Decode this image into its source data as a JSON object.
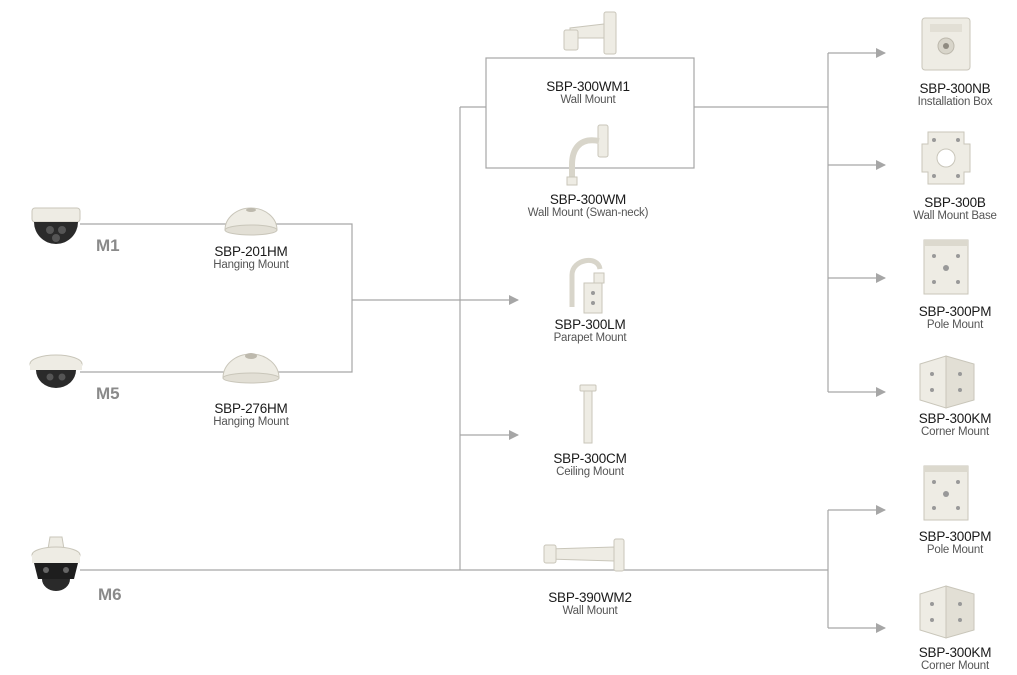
{
  "colors": {
    "line": "#a6a6a6",
    "device": "#eeece4",
    "device_edge": "#c9c6ba",
    "lens": "#1e1e1e"
  },
  "cameras": [
    {
      "id": "m1",
      "tag": "M1",
      "icon": "dome-camera-icon"
    },
    {
      "id": "m5",
      "tag": "M5",
      "icon": "dome-camera-icon"
    },
    {
      "id": "m6",
      "tag": "M6",
      "icon": "pendant-camera-icon"
    }
  ],
  "hanging_mounts": [
    {
      "id": "201hm",
      "model": "SBP-201HM",
      "desc": "Hanging Mount",
      "icon": "hanging-mount-icon"
    },
    {
      "id": "276hm",
      "model": "SBP-276HM",
      "desc": "Hanging Mount",
      "icon": "hanging-mount-icon"
    }
  ],
  "middle_mounts": [
    {
      "id": "300wm1",
      "model": "SBP-300WM1",
      "desc": "Wall Mount",
      "icon": "wall-mount-icon"
    },
    {
      "id": "300wm",
      "model": "SBP-300WM",
      "desc": "Wall Mount (Swan-neck)",
      "icon": "swan-neck-mount-icon"
    },
    {
      "id": "300lm",
      "model": "SBP-300LM",
      "desc": "Parapet Mount",
      "icon": "parapet-mount-icon"
    },
    {
      "id": "300cm",
      "model": "SBP-300CM",
      "desc": "Ceiling Mount",
      "icon": "ceiling-mount-icon"
    },
    {
      "id": "390wm2",
      "model": "SBP-390WM2",
      "desc": "Wall Mount",
      "icon": "wall-mount-arm-icon"
    }
  ],
  "right_accessories": [
    {
      "id": "300nb",
      "model": "SBP-300NB",
      "desc": "Installation Box",
      "icon": "installation-box-icon"
    },
    {
      "id": "300b",
      "model": "SBP-300B",
      "desc": "Wall Mount Base",
      "icon": "wall-mount-base-icon"
    },
    {
      "id": "300pm-a",
      "model": "SBP-300PM",
      "desc": "Pole Mount",
      "icon": "pole-mount-icon"
    },
    {
      "id": "300km-a",
      "model": "SBP-300KM",
      "desc": "Corner Mount",
      "icon": "corner-mount-icon"
    },
    {
      "id": "300pm-b",
      "model": "SBP-300PM",
      "desc": "Pole Mount",
      "icon": "pole-mount-icon"
    },
    {
      "id": "300km-b",
      "model": "SBP-300KM",
      "desc": "Corner Mount",
      "icon": "corner-mount-icon"
    }
  ]
}
